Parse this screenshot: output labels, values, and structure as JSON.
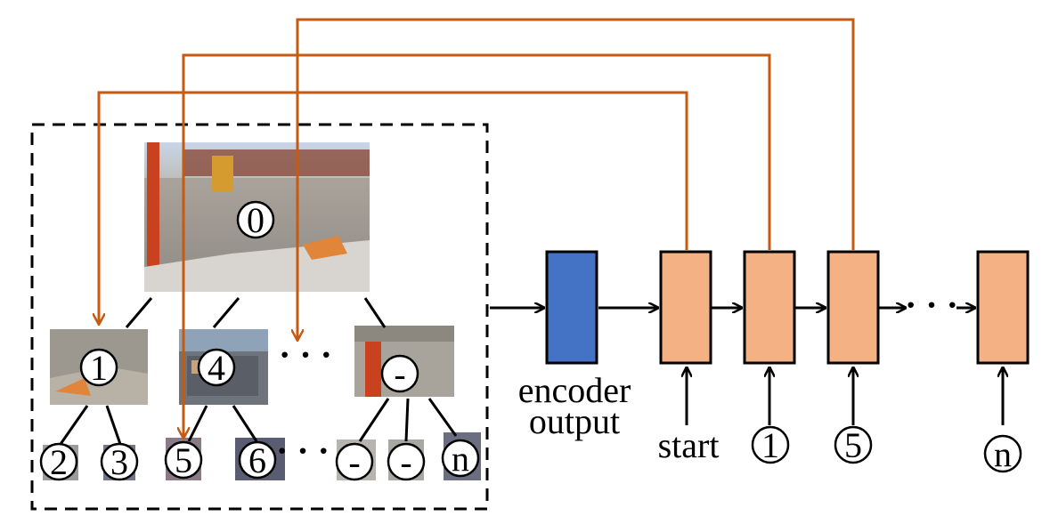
{
  "tree": {
    "root_label": "0",
    "level1": [
      "1",
      "4",
      "-"
    ],
    "level1_gap": "· · ·",
    "level2": [
      "2",
      "3",
      "5",
      "6",
      "-",
      "-",
      "n"
    ],
    "level2_gap": "· · ·"
  },
  "encoder": {
    "label_line1": "encoder",
    "label_line2": "output"
  },
  "decoder": {
    "inputs": [
      "start",
      "1",
      "5",
      "n"
    ],
    "gap": "· · ·"
  },
  "colors": {
    "encoder_box": "#4472c4",
    "decoder_box": "#f4b183",
    "arrow_feedback": "#c55a11",
    "stroke": "#000000"
  }
}
